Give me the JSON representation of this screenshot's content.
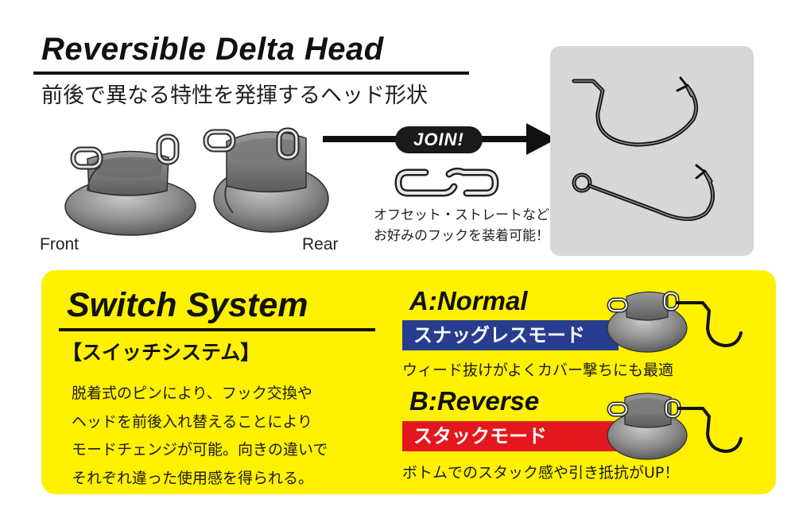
{
  "header": {
    "title": "Reversible Delta Head",
    "subtitle": "前後で異なる特性を発揮するヘッド形状"
  },
  "heads": {
    "front_label": "Front",
    "rear_label": "Rear"
  },
  "join": {
    "badge": "JOIN!",
    "note_lines": [
      "オフセット・ストレートなど",
      "お好みのフックを装着可能！"
    ]
  },
  "switch_system": {
    "title": "Switch System",
    "subtitle": "【スイッチシステム】",
    "description_lines": [
      "脱着式のピンにより、フック交換や",
      "ヘッドを前後入れ替えることにより",
      "モードチェンジが可能。向きの違いで",
      "それぞれ違った使用感を得られる。"
    ]
  },
  "modes": [
    {
      "title": "A:Normal",
      "band": "スナッグレスモード",
      "band_color": "#283d8f",
      "note": "ウィード抜けがよくカバー撃ちにも最適"
    },
    {
      "title": "B:Reverse",
      "band": "スタックモード",
      "band_color": "#e3181e",
      "note": "ボトムでのスタック感や引き抵抗がUP！"
    }
  ],
  "colors": {
    "panel_yellow": "#fff100",
    "hook_panel_gray": "#d7d7d7",
    "ink": "#111111"
  }
}
